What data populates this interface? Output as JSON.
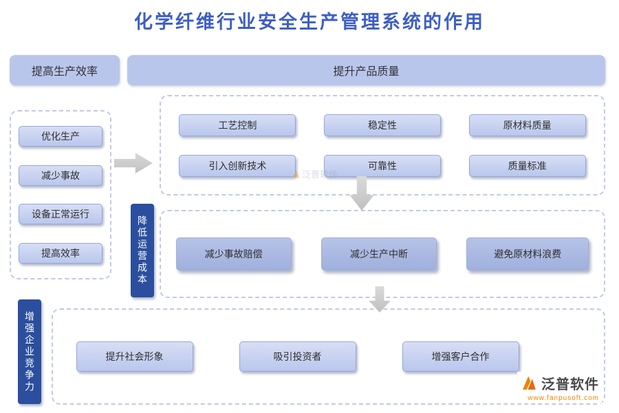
{
  "title": "化学纤维行业安全生产管理系统的作用",
  "banners": {
    "efficiency": "提高生产效率",
    "quality": "提升产品质量"
  },
  "left_panel": {
    "items": [
      "优化生产",
      "减少事故",
      "设备正常运行",
      "提高效率"
    ]
  },
  "quality_panel": {
    "items": [
      "工艺控制",
      "稳定性",
      "原材料质量",
      "引入创新技术",
      "可靠性",
      "质量标准"
    ]
  },
  "cost_panel": {
    "vertical_label": "降低运营成本",
    "items": [
      "减少事故赔偿",
      "减少生产中断",
      "避免原材料浪费"
    ]
  },
  "competitive_panel": {
    "vertical_label": "增强企业竞争力",
    "items": [
      "提升社会形象",
      "吸引投资者",
      "增强客户合作"
    ]
  },
  "watermark": "泛普软件",
  "branding": {
    "name": "泛普软件",
    "website": "www.fanpusoft.com"
  },
  "colors": {
    "title_blue": "#3D5EC5",
    "box_fill": "#BCC8EC",
    "box_fill_dark": "#A9B9E2",
    "label_dark_blue": "#2B4F9E",
    "brand_orange": "#F08300",
    "arrow_gray": "#C9C9C9"
  }
}
